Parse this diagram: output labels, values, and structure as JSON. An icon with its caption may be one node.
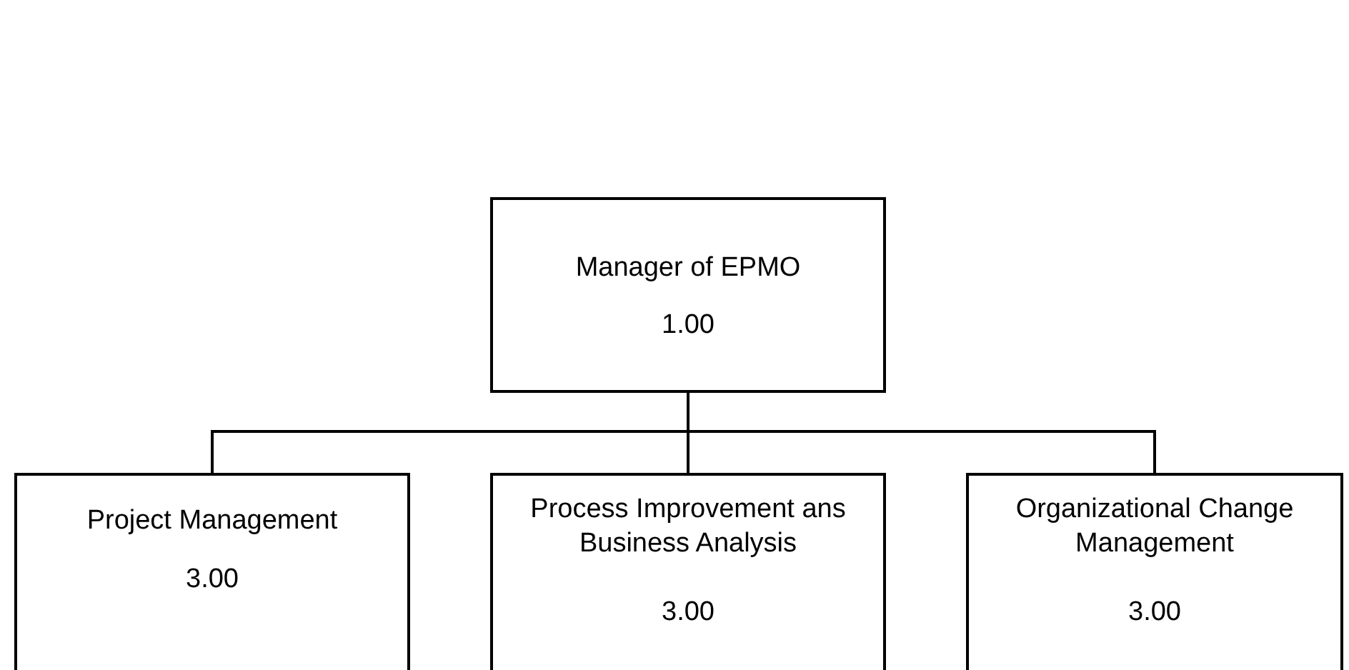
{
  "diagram": {
    "nodes": [
      {
        "text": [
          "Manager of EPMO",
          "1.00"
        ]
      },
      {
        "text": [
          "Project Management",
          "3.00"
        ]
      },
      {
        "text": [
          "Process Improvement ans Business Analysis",
          "3.00"
        ]
      },
      {
        "text": [
          "Organizational Change Management",
          "3.00"
        ]
      }
    ],
    "edges": [
      {
        "from": 0,
        "to": 1,
        "arrow": "none"
      },
      {
        "from": 0,
        "to": 2,
        "arrow": "none"
      },
      {
        "from": 0,
        "to": 3,
        "arrow": "none"
      }
    ]
  }
}
